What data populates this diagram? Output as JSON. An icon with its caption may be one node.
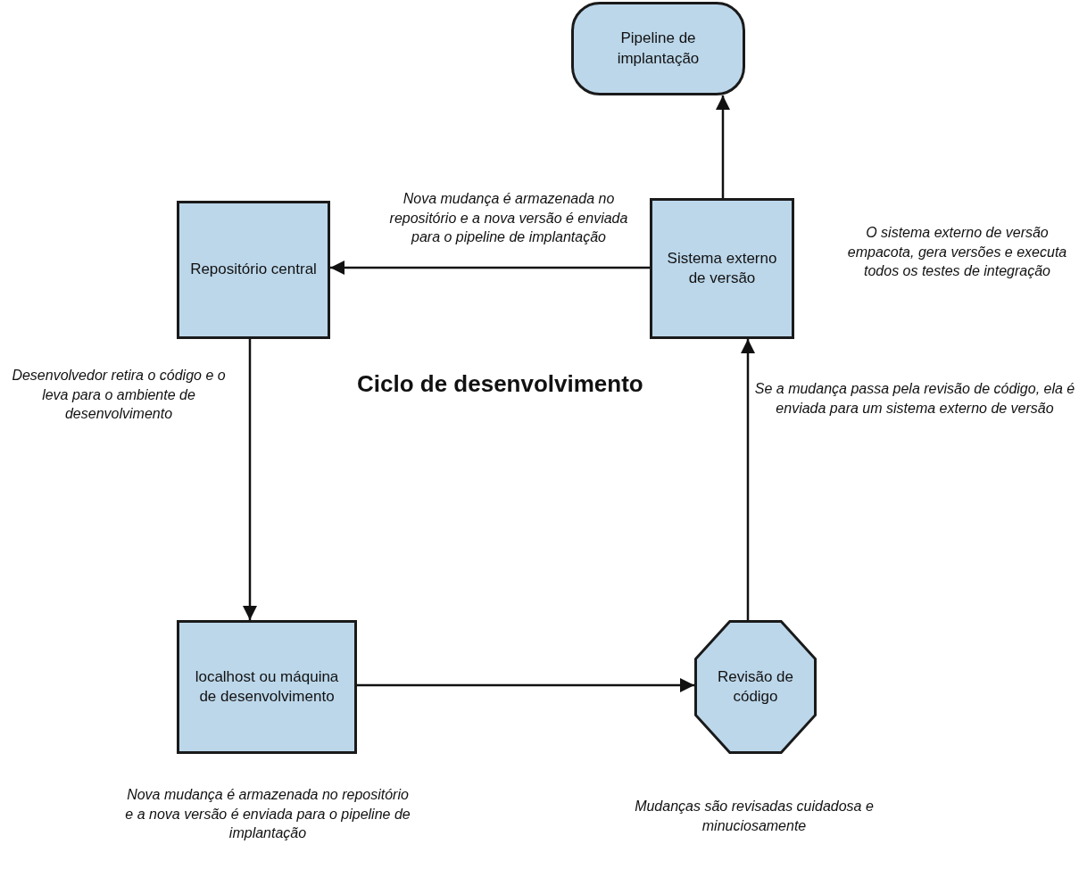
{
  "diagram": {
    "title": "Ciclo de desenvolvimento",
    "nodes": [
      {
        "text": [
          "Pipeline de implantação"
        ]
      },
      {
        "text": [
          "Repositório central"
        ]
      },
      {
        "text": [
          "Sistema externo de versão"
        ],
        "beside": [
          "O sistema externo de versão empacota, gera versões e executa todos os testes de integração"
        ]
      },
      {
        "text": [
          "localhost ou máquina de desenvolvimento"
        ],
        "beside": [
          "Nova mudança é armazenada no repositório e a nova versão é enviada para o pipeline de implantação"
        ]
      },
      {
        "text": [
          "Revisão de código"
        ],
        "beside": [
          "Mudanças são revisadas cuidadosa e minuciosamente"
        ]
      }
    ],
    "edges": [
      {
        "from": 2,
        "to": 0,
        "arrow": "to"
      },
      {
        "from": 2,
        "to": 1,
        "arrow": "to",
        "label": "Nova mudança é armazenada no repositório e a nova versão é enviada para o pipeline de implantação"
      },
      {
        "from": 1,
        "to": 3,
        "arrow": "to",
        "label": "Desenvolvedor retira o código e o leva para o ambiente de desenvolvimento"
      },
      {
        "from": 3,
        "to": 4,
        "arrow": "to"
      },
      {
        "from": 4,
        "to": 2,
        "arrow": "to",
        "label": "Se a mudança passa pela revisão de código, ela é enviada para um sistema externo de versão"
      }
    ]
  }
}
